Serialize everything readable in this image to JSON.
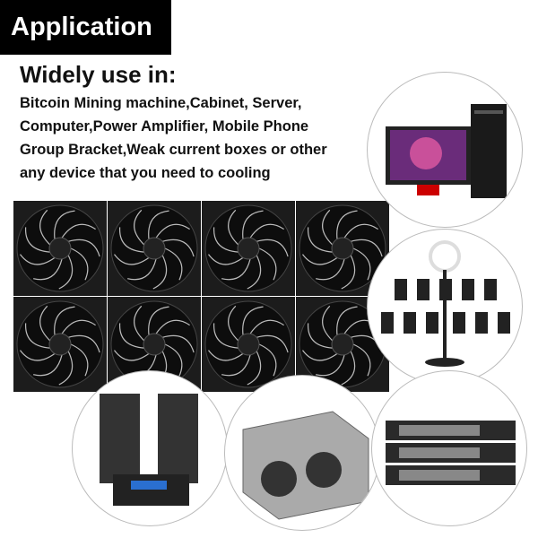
{
  "banner": {
    "title": "Application"
  },
  "heading": "Widely use in:",
  "description": [
    "Bitcoin Mining machine,Cabinet, Server,",
    "Computer,Power Amplifier, Mobile Phone",
    "Group Bracket,Weak current boxes or other",
    "any device that you need to cooling"
  ],
  "images": [
    "computer-photo",
    "phone-bracket-photo",
    "speakers-amplifier-photo",
    "mining-rig-photo",
    "server-rack-photo"
  ],
  "colors": {
    "banner": "#000000",
    "text": "#111111"
  }
}
